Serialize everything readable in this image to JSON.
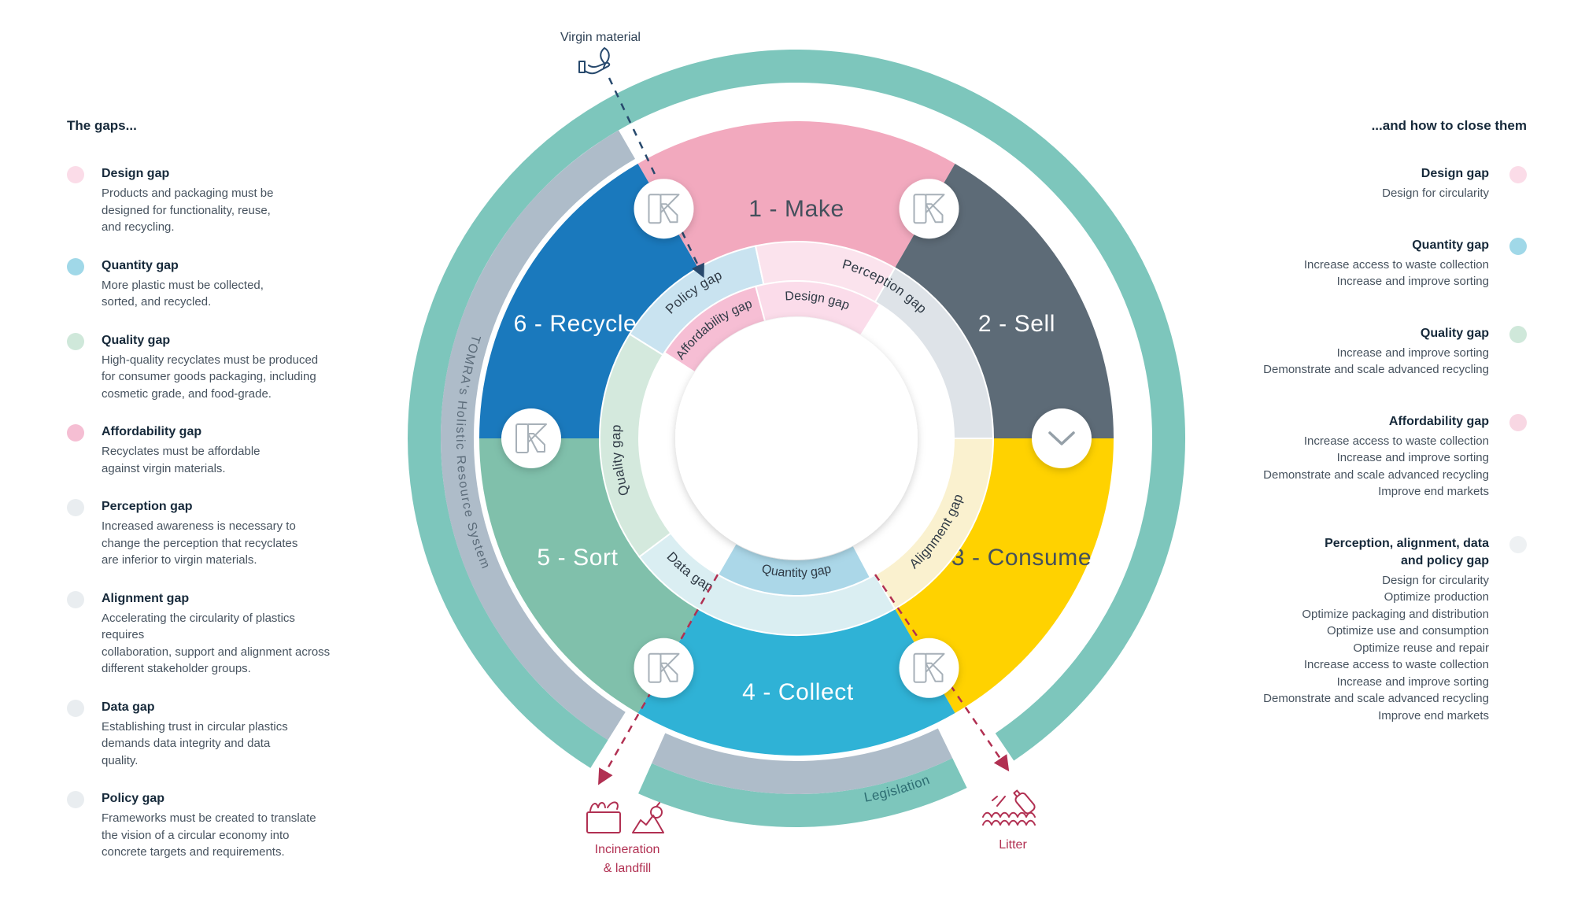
{
  "left_panel": {
    "header": "The gaps...",
    "items": [
      {
        "title": "Design gap",
        "color": "#fbdce8",
        "body": "Products and packaging must be\ndesigned for functionality, reuse,\nand recycling."
      },
      {
        "title": "Quantity gap",
        "color": "#a0d8e8",
        "body": "More plastic must be collected,\nsorted, and recycled."
      },
      {
        "title": "Quality gap",
        "color": "#cfe8da",
        "body": "High-quality recyclates must be produced\nfor consumer goods packaging, including\ncosmetic grade, and food-grade."
      },
      {
        "title": "Affordability gap",
        "color": "#f5bed3",
        "body": "Recyclates must be affordable\nagainst virgin materials."
      },
      {
        "title": "Perception gap",
        "color": "#e9edf0",
        "body": "Increased awareness is necessary to\nchange the perception that recyclates\nare inferior to virgin materials."
      },
      {
        "title": "Alignment gap",
        "color": "#e9edf0",
        "body": "Accelerating the circularity of plastics requires\ncollaboration, support and alignment across\ndifferent stakeholder groups."
      },
      {
        "title": "Data gap",
        "color": "#e9edf0",
        "body": "Establishing trust in circular plastics\ndemands data integrity and data\nquality."
      },
      {
        "title": "Policy gap",
        "color": "#e9edf0",
        "body": "Frameworks must be created to translate\nthe vision of a circular economy into\nconcrete targets and requirements."
      }
    ]
  },
  "right_panel": {
    "header": "...and how to close them",
    "items": [
      {
        "title": "Design gap",
        "color": "#fbdce8",
        "body": "Design for circularity"
      },
      {
        "title": "Quantity gap",
        "color": "#a0d8e8",
        "body": "Increase access to waste collection\nIncrease and improve sorting"
      },
      {
        "title": "Quality gap",
        "color": "#cfe8da",
        "body": "Increase and improve sorting\nDemonstrate and scale advanced recycling"
      },
      {
        "title": "Affordability gap",
        "color": "#f8d7e3",
        "body": "Increase access to waste collection\nIncrease and improve sorting\nDemonstrate and scale advanced recycling\nImprove end markets"
      },
      {
        "title": "Perception, alignment, data\nand policy gap",
        "color": "#eef1f3",
        "body": "Design for circularity\nOptimize production\nOptimize packaging and distribution\nOptimize use and consumption\nOptimize reuse and repair\nIncrease access to waste collection\nIncrease and improve sorting\nDemonstrate and scale advanced recycling\nImprove end markets"
      }
    ]
  },
  "wheel": {
    "ring_text": "TOMRA's Holistic Resource System",
    "legislation": "Legislation",
    "colors": {
      "outer_ring": "#7dc6bc",
      "gray_ring": "#aebcc9",
      "center": "#ffffff"
    },
    "segments": [
      {
        "label": "1 - Make",
        "color": "#f2a9be",
        "text_color": "#44505c"
      },
      {
        "label": "2 - Sell",
        "color": "#5d6b77",
        "text_color": "#ffffff"
      },
      {
        "label": "3 - Consume",
        "color": "#ffd200",
        "text_color": "#44505c"
      },
      {
        "label": "4 - Collect",
        "color": "#2fb2d6",
        "text_color": "#ffffff"
      },
      {
        "label": "5 - Sort",
        "color": "#80c0ab",
        "text_color": "#ffffff"
      },
      {
        "label": "6 - Recycle",
        "color": "#1a79bd",
        "text_color": "#ffffff"
      }
    ],
    "gap_ring": {
      "policy": {
        "label": "Policy gap",
        "color": "#c9e3f0"
      },
      "perception": {
        "label": "Perception gap",
        "color_left": "#fbe3ed",
        "color_right": "#dee3e8"
      },
      "alignment": {
        "label": "Alignment gap",
        "color": "#faf1cf"
      },
      "data": {
        "label": "Data gap",
        "color": "#daeef2"
      },
      "quality": {
        "label": "Quality gap",
        "color": "#d4e9dd"
      },
      "affordability": {
        "label": "Affordability gap",
        "color": "#f6bed4"
      },
      "design": {
        "label": "Design gap",
        "color": "#fbdcea"
      },
      "quantity": {
        "label": "Quantity gap",
        "color": "#abd7e8"
      }
    }
  },
  "annotations": {
    "virgin_label": "Virgin material",
    "incineration_label": "Incineration\n& landfill",
    "litter_label": "Litter",
    "line_colors": {
      "input": "#27496d",
      "leakage": "#b13052"
    }
  }
}
